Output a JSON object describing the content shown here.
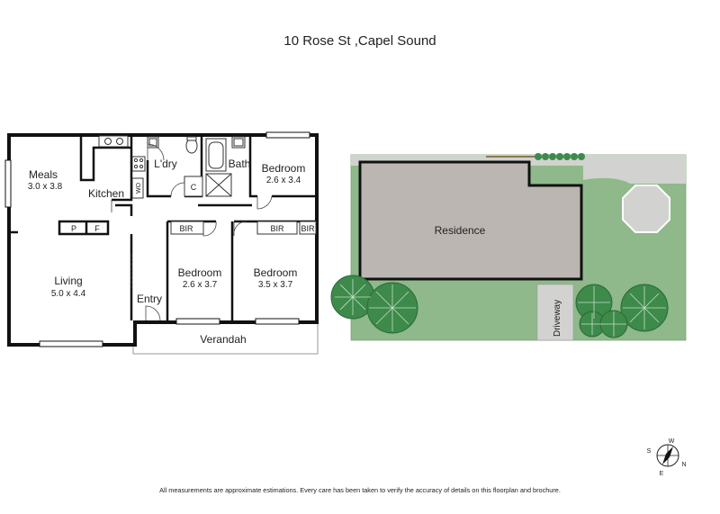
{
  "title": "10 Rose St ,Capel Sound",
  "floorplan": {
    "meals": {
      "name": "Meals",
      "size": "3.0 x 3.8"
    },
    "kitchen": {
      "name": "Kitchen"
    },
    "laundry": {
      "name": "L'dry"
    },
    "bath": {
      "name": "Bath"
    },
    "bedroom1": {
      "name": "Bedroom",
      "size": "2.6 x 3.4"
    },
    "living": {
      "name": "Living",
      "size": "5.0 x 4.4"
    },
    "entry": {
      "name": "Entry"
    },
    "bedroom2": {
      "name": "Bedroom",
      "size": "2.6 x 3.7"
    },
    "bedroom3": {
      "name": "Bedroom",
      "size": "3.5 x 3.7"
    },
    "verandah": {
      "name": "Verandah"
    },
    "labels": {
      "wo": "WO",
      "c": "C",
      "p": "P",
      "f": "F",
      "bir": "BIR"
    }
  },
  "siteplan": {
    "residence": "Residence",
    "driveway": "Driveway"
  },
  "compass": {
    "n": "N",
    "s": "S",
    "e": "E",
    "w": "W"
  },
  "disclaimer": "All measurements are approximate estimations. Every care has been taken to verify the accuracy of details on this floorplan and brochure.",
  "colors": {
    "wall": "#111111",
    "lawn": "#8fb98a",
    "residence": "#bcb6b3",
    "driveway": "#d2d2d0",
    "tree": "#3d8a4a"
  }
}
